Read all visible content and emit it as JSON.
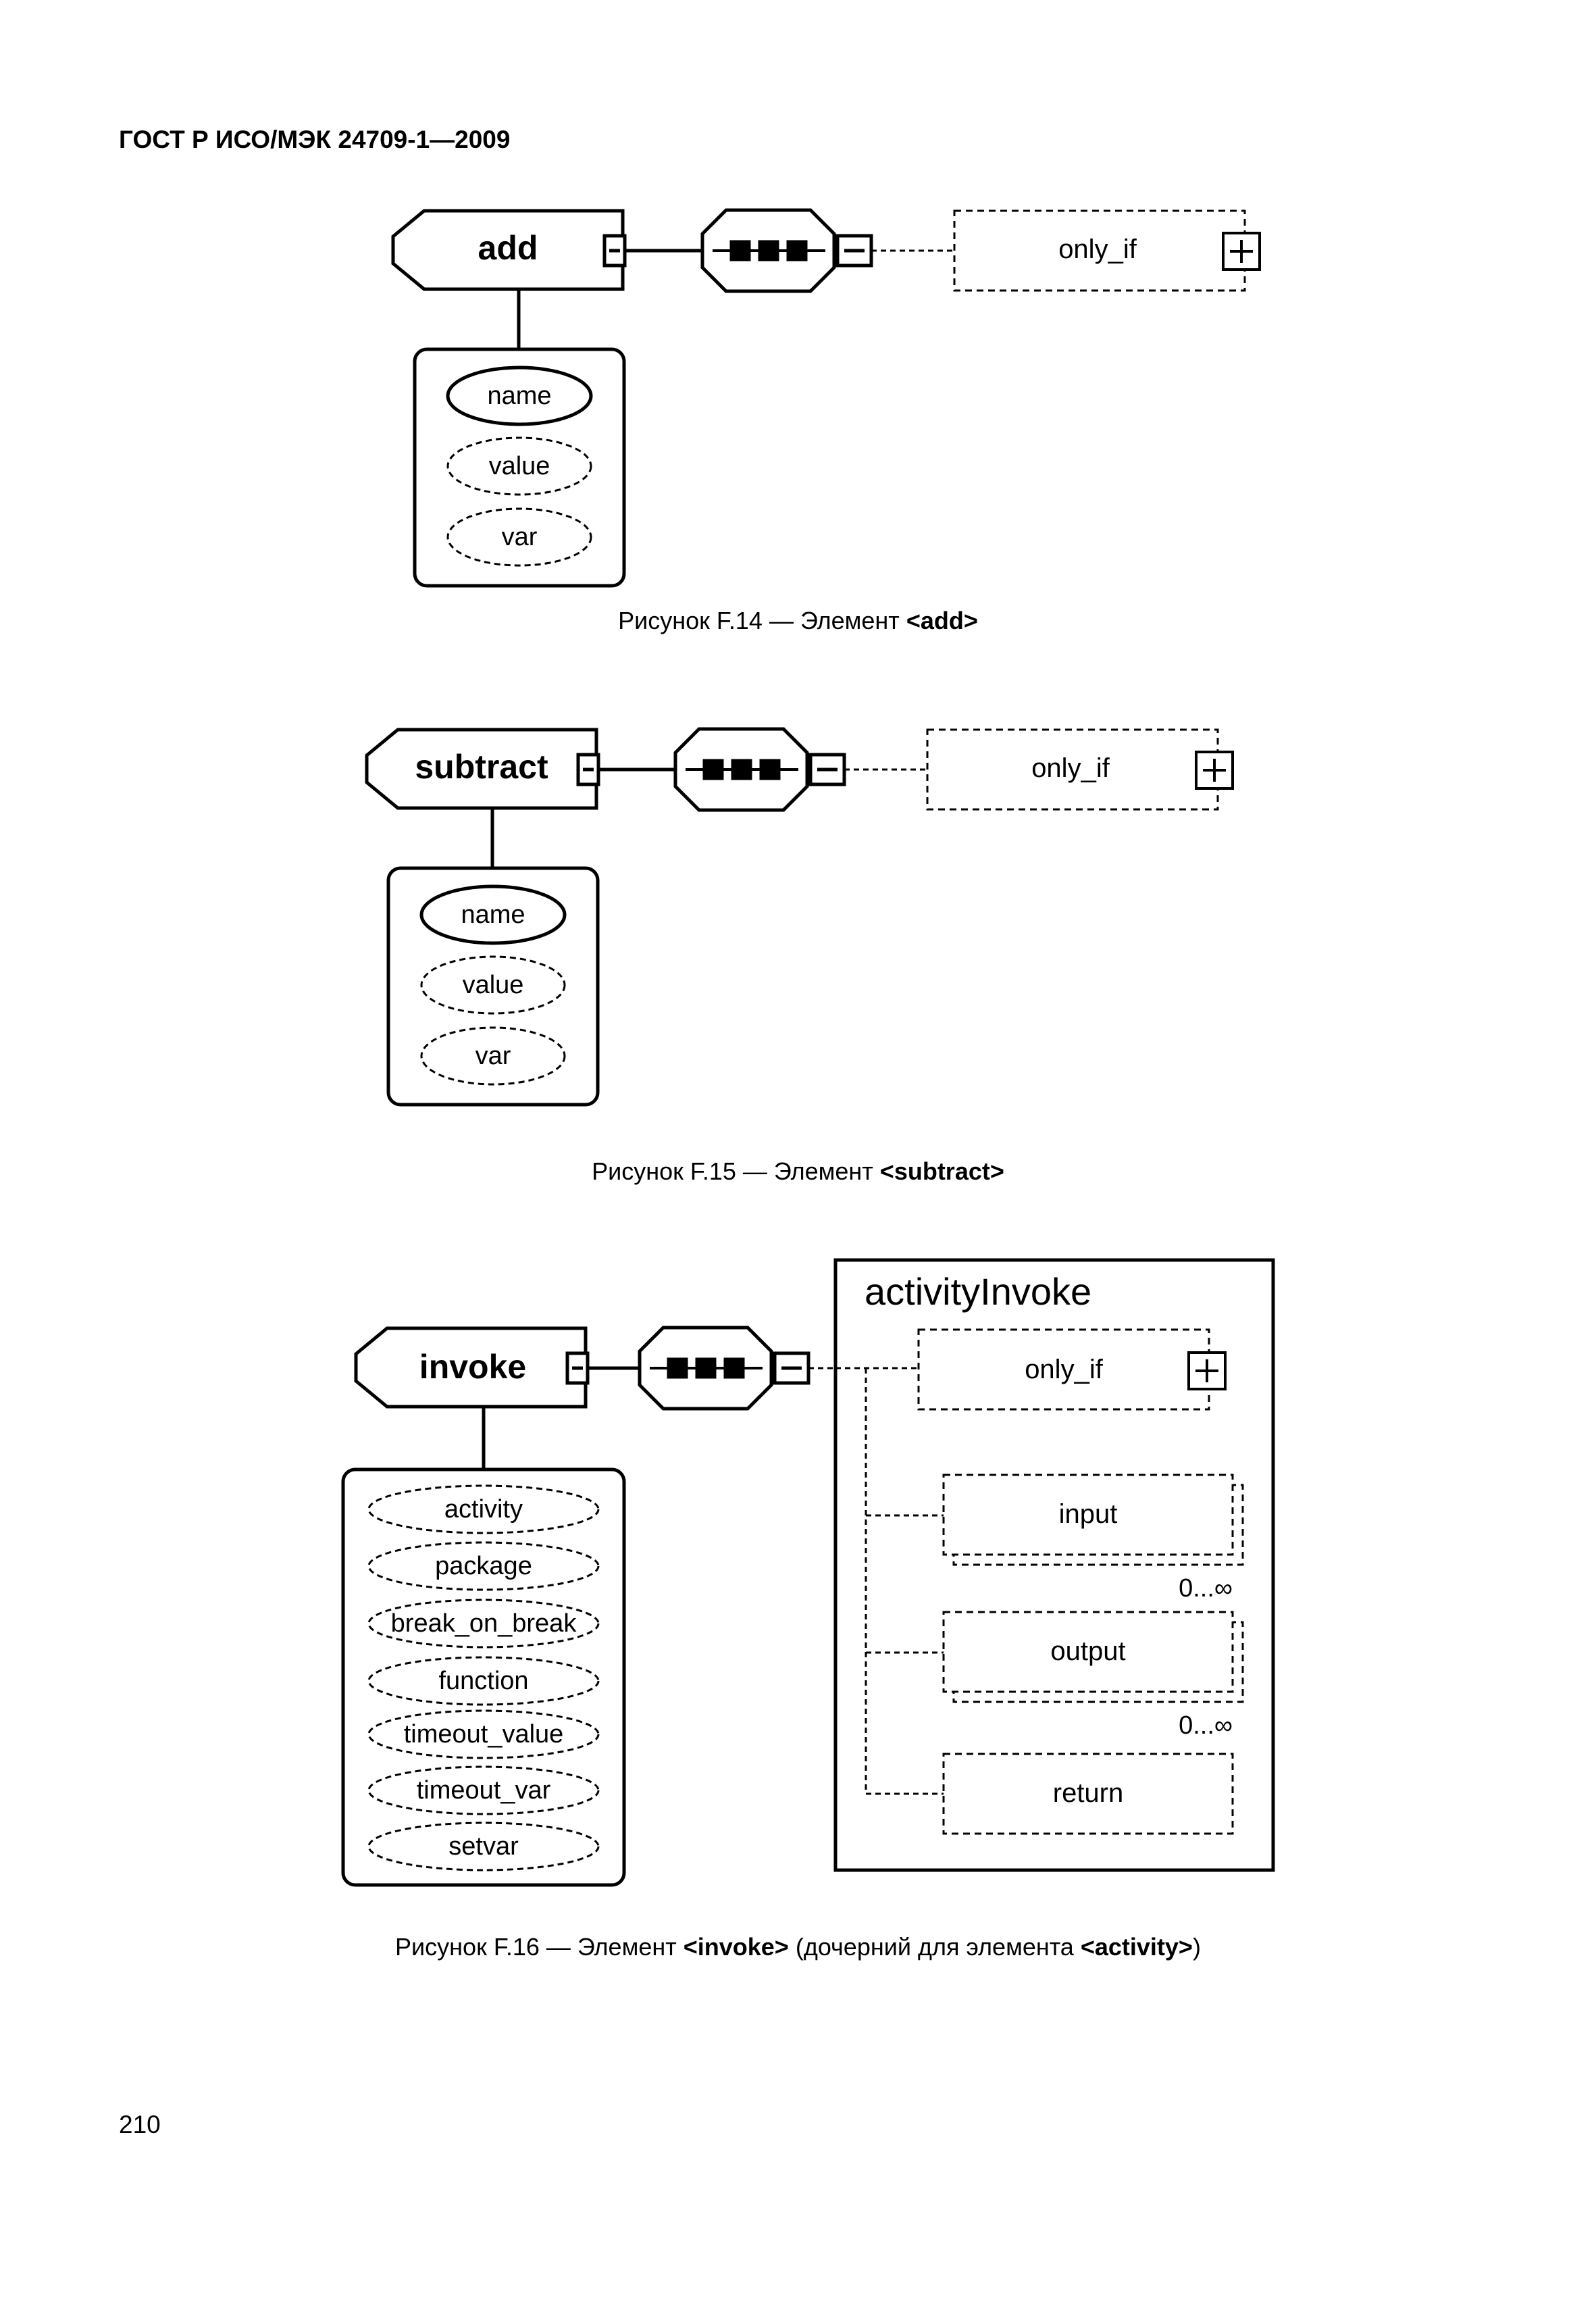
{
  "header": "ГОСТ Р ИСО/МЭК 24709-1—2009",
  "page_number": "210",
  "figures": [
    {
      "element": "add",
      "attributes": [
        "name",
        "value",
        "var"
      ],
      "child": "only_if",
      "caption_prefix": "Рисунок F.14 — Элемент ",
      "caption_tag": "<add>",
      "caption_suffix": ""
    },
    {
      "element": "subtract",
      "attributes": [
        "name",
        "value",
        "var"
      ],
      "child": "only_if",
      "caption_prefix": "Рисунок F.15 — Элемент ",
      "caption_tag": "<subtract>",
      "caption_suffix": ""
    },
    {
      "element": "invoke",
      "attributes": [
        "activity",
        "package",
        "break_on_break",
        "function",
        "timeout_value",
        "timeout_var",
        "setvar"
      ],
      "group_title": "activityInvoke",
      "children": [
        "only_if",
        "input",
        "output",
        "return"
      ],
      "multiplicity": "0...∞",
      "caption_prefix": "Рисунок F.16 — Элемент ",
      "caption_tag": "<invoke>",
      "caption_mid": " (дочерний для элемента ",
      "caption_tag2": "<activity>",
      "caption_suffix": ")"
    }
  ]
}
